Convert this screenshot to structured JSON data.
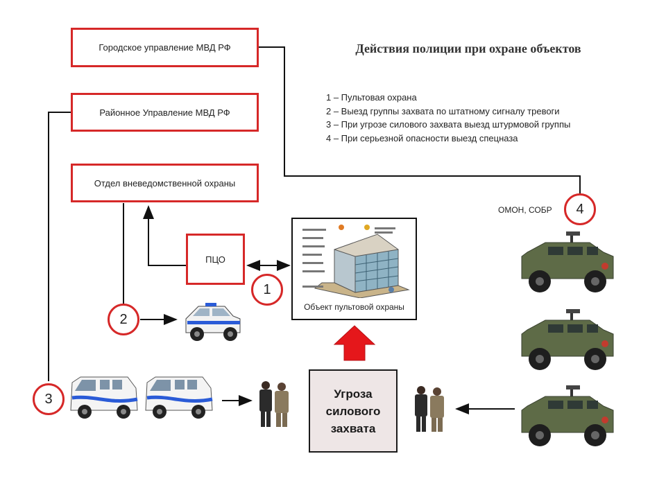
{
  "title": "Действия полиции при охране объектов",
  "legend": [
    "1 – Пультовая охрана",
    "2 – Выезд группы захвата по штатному сигналу тревоги",
    "3 – При угрозе силового захвата выезд штурмовой группы",
    "4 – При серьезной опасности выезд спецназа"
  ],
  "boxes": {
    "city": "Городское управление МВД РФ",
    "district": "Районное Управление МВД РФ",
    "security": "Отдел вневедомственной охраны",
    "pco": "ПЦО"
  },
  "object_caption": "Объект пультовой охраны",
  "threat": [
    "Угроза",
    "силового",
    "захвата"
  ],
  "omon_label": "ОМОН, СОБР",
  "circles": [
    "1",
    "2",
    "3",
    "4"
  ],
  "colors": {
    "accent": "#d62828",
    "line": "#111111",
    "threat_fill": "#eee6e6",
    "arrow_red": "#e5171b",
    "vehicle_green": "#5e6b47"
  }
}
